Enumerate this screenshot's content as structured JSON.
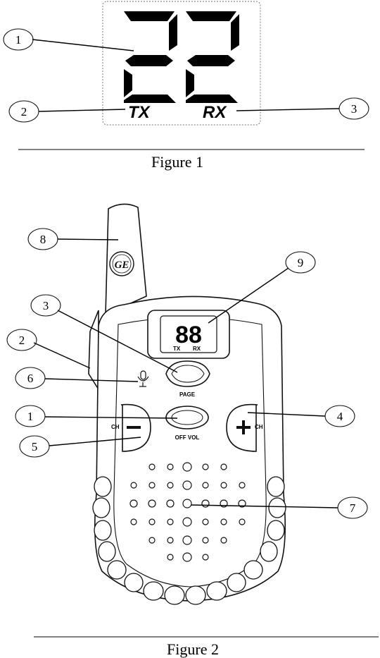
{
  "figure1": {
    "display_digits": "22",
    "tx_label": "TX",
    "rx_label": "RX",
    "caption": "Figure 1",
    "callouts": [
      "1",
      "2",
      "3"
    ]
  },
  "figure2": {
    "caption": "Figure 2",
    "lcd_digits": "88",
    "lcd_tx": "TX",
    "lcd_rx": "RX",
    "page_label": "PAGE",
    "off_vol_label": "OFF VOL",
    "ch_minus_label": "CH",
    "ch_plus_label": "CH",
    "logo_text": "GE",
    "callouts": [
      "1",
      "2",
      "3",
      "4",
      "5",
      "6",
      "7",
      "8",
      "9"
    ]
  }
}
